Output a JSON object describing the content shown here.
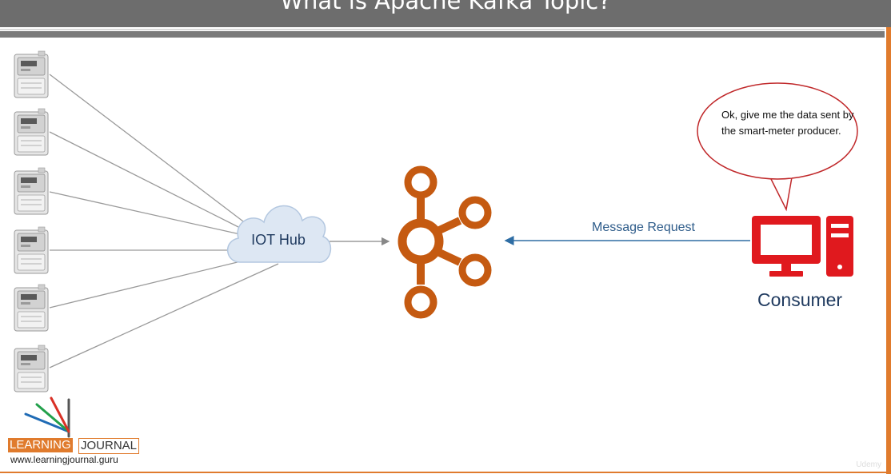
{
  "slide": {
    "title": "What is Apache Kafka Topic?"
  },
  "diagram": {
    "hub_label": "IOT Hub",
    "request_label": "Message Request",
    "consumer_label": "Consumer",
    "speech_bubble": "Ok, give me the data sent by the smart-meter producer.",
    "meter_icon": "smart-meter-icon",
    "broker_icon": "kafka-logo-icon",
    "consumer_icon": "desktop-computer-icon"
  },
  "branding": {
    "logo_word_1": "LEARNING",
    "logo_word_2": "JOURNAL",
    "url": "www.learningjournal.guru",
    "watermark": "Udemy"
  },
  "colors": {
    "title_bar": "#6d6d6d",
    "accent_orange": "#e07b2d",
    "kafka_orange": "#c55a11",
    "consumer_red": "#e0191e",
    "bubble_border": "#c0282a",
    "cloud_fill": "#dde7f3"
  }
}
